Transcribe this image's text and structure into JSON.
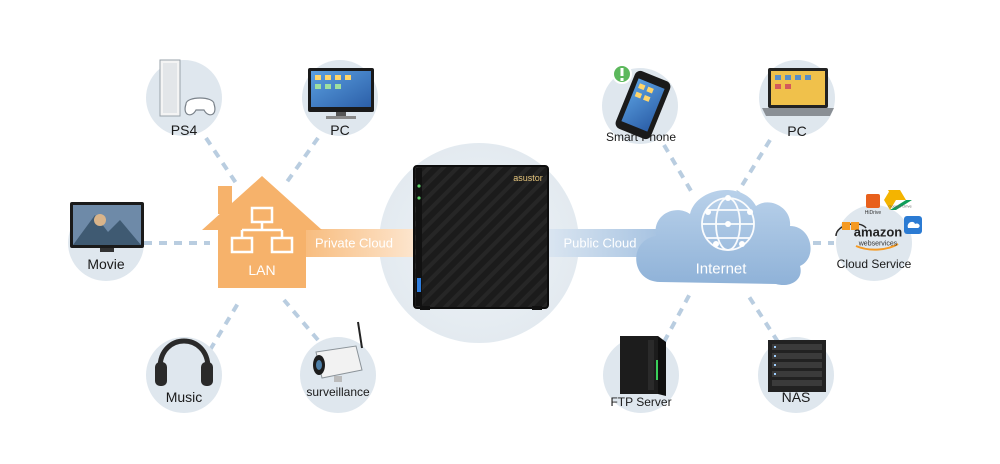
{
  "center": {
    "brand": "asustor"
  },
  "lan": {
    "label": "LAN",
    "link_label": "Private Cloud"
  },
  "internet": {
    "label": "Internet",
    "link_label": "Public Cloud"
  },
  "left_devices": {
    "ps4": "PS4",
    "pc": "PC",
    "movie": "Movie",
    "music": "Music",
    "surveillance": "surveillance"
  },
  "right_devices": {
    "phone": "Smart Phone",
    "pc": "PC",
    "cloud_service": "Cloud Service",
    "ftp": "FTP Server",
    "nas": "NAS"
  },
  "cloud_logos": {
    "amazon": "amazon",
    "webservices": "webservices",
    "hidrive": "HiDrive",
    "google_drive": "Google Drive"
  },
  "colors": {
    "lan_orange": "#f6b26b",
    "cloud_blue": "#aac7e4",
    "node_bg": "#dfe7ee",
    "dash": "#b9cde0",
    "nas_body": "#1e1e1e"
  }
}
